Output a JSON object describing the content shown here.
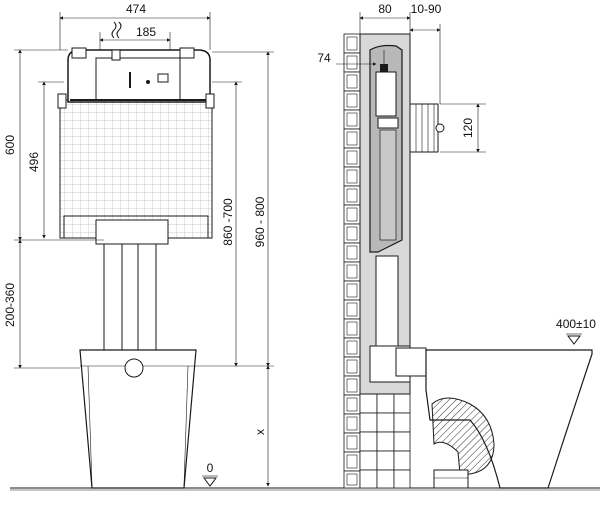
{
  "dimensions": {
    "tank_width": "474",
    "flush_pipe_offset": "185",
    "frame_height": "600",
    "tank_height": "496",
    "frame_leg_height": "200-360",
    "mount_height_range": "860 -700",
    "total_height_range": "960 - 800",
    "x_variable": "x",
    "floor_level": "0",
    "wall_depth": "80",
    "mount_offset": "10-90",
    "side_depth": "74",
    "connection_height": "120",
    "bowl_height": "400±10"
  },
  "colors": {
    "line": "#1a1a1a",
    "frame_fill": "#d4d4d4",
    "cistern_fill": "#b8b8b8",
    "brick_fill": "#ffffff"
  }
}
